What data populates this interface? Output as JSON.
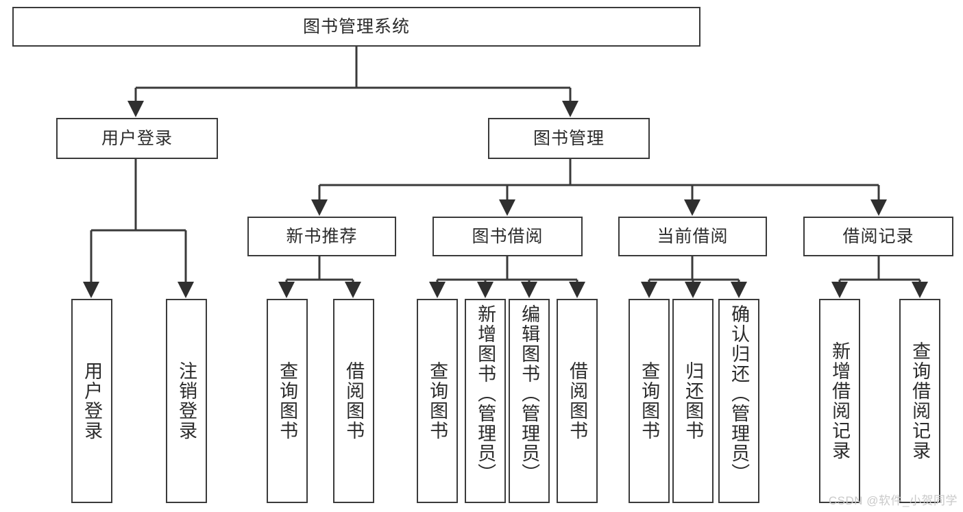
{
  "diagram": {
    "title": "图书管理系统",
    "type": "hierarchy-tree",
    "watermark": "CSDN @软件_小贺同学",
    "colors": {
      "box_border": "#3a3a3a",
      "box_fill": "#ffffff",
      "text": "#2b2b2b",
      "connector": "#3a3a3a",
      "watermark": "#c9c9c9",
      "background": "#ffffff"
    },
    "root": {
      "label": "图书管理系统"
    },
    "level2": [
      {
        "label": "用户登录"
      },
      {
        "label": "图书管理"
      }
    ],
    "level3": [
      {
        "label": "新书推荐"
      },
      {
        "label": "图书借阅"
      },
      {
        "label": "当前借阅"
      },
      {
        "label": "借阅记录"
      }
    ],
    "leaves": {
      "user_login": [
        {
          "label": "用户登录"
        },
        {
          "label": "注销登录"
        }
      ],
      "new_book_recommend": [
        {
          "label": "查询图书"
        },
        {
          "label": "借阅图书"
        }
      ],
      "book_borrow": [
        {
          "label": "查询图书"
        },
        {
          "label": "新增图书（管理员）"
        },
        {
          "label": "编辑图书（管理员）"
        },
        {
          "label": "借阅图书"
        }
      ],
      "current_borrow": [
        {
          "label": "查询图书"
        },
        {
          "label": "归还图书"
        },
        {
          "label": "确认归还（管理员）"
        }
      ],
      "borrow_record": [
        {
          "label": "新增借阅记录"
        },
        {
          "label": "查询借阅记录"
        }
      ]
    }
  }
}
